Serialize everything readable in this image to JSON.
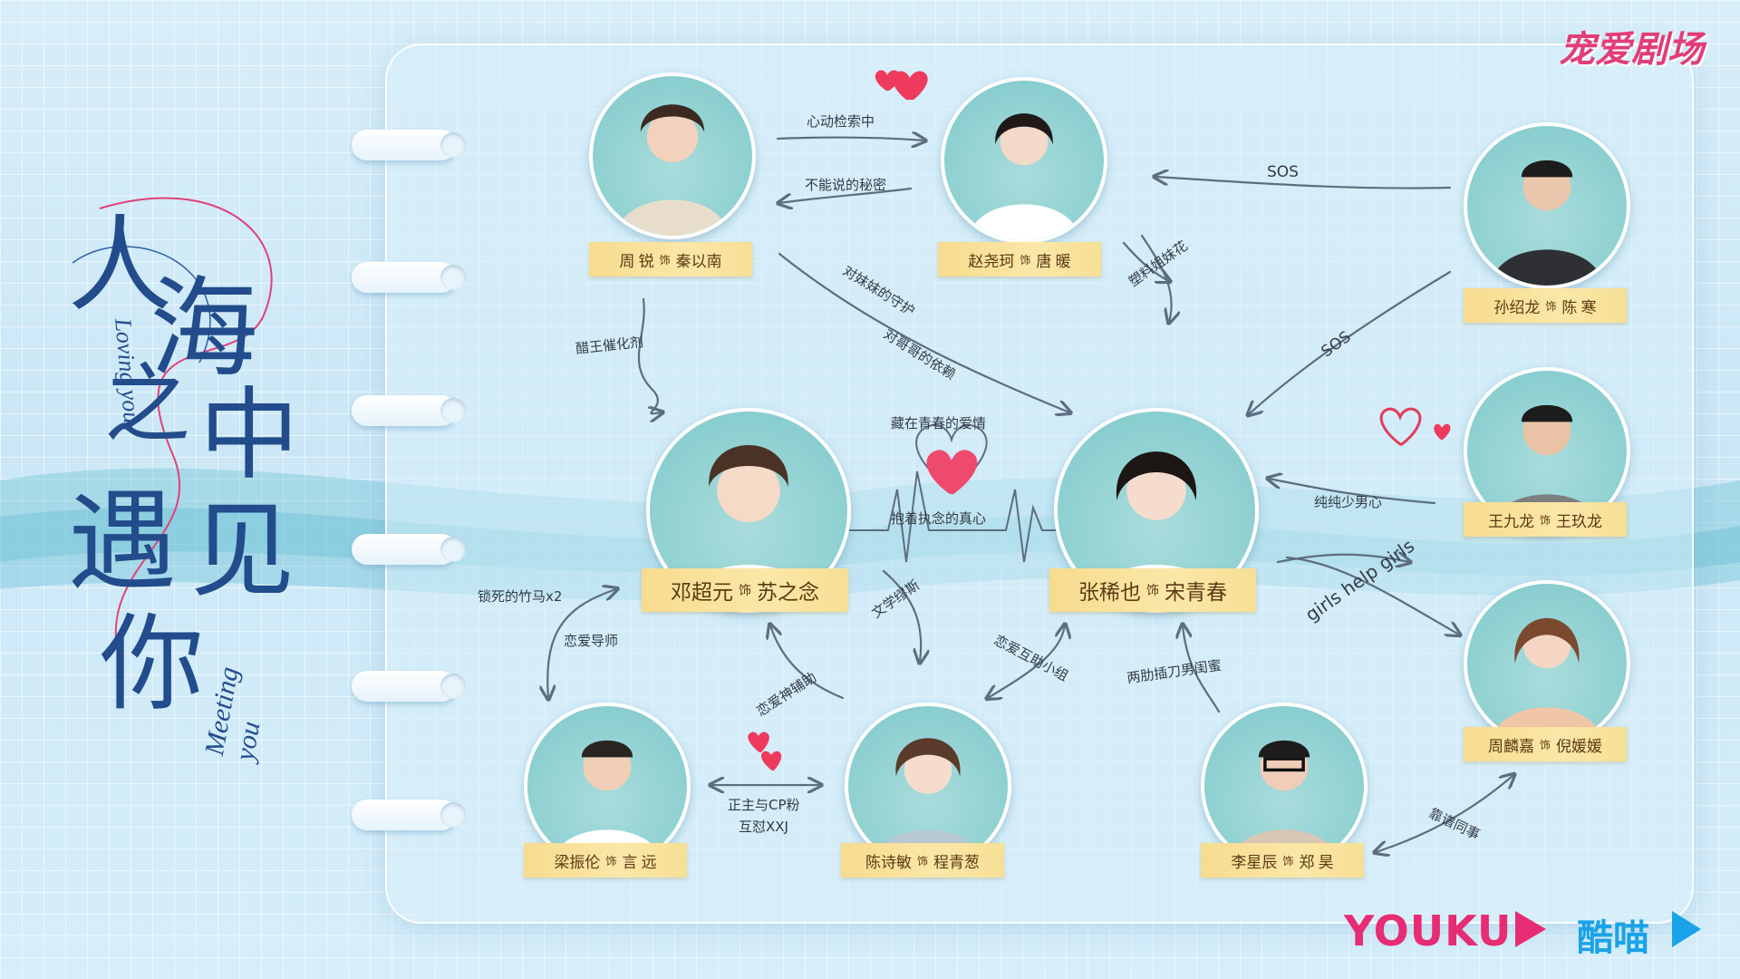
{
  "brand": {
    "top_logo": "宠爱剧场",
    "youku": "YOUKU",
    "kumiao": "酷喵"
  },
  "title": {
    "chinese_chars": [
      "人",
      "海",
      "之",
      "中",
      "遇",
      "见",
      "你"
    ],
    "english_1": "Loving you",
    "english_2": "Meeting you"
  },
  "shi": "饰",
  "people": {
    "zhourui": {
      "actor": "周 锐",
      "role": "秦以南"
    },
    "zhaoyaoke": {
      "actor": "赵尧珂",
      "role": "唐 暖"
    },
    "sunshaolong": {
      "actor": "孙绍龙",
      "role": "陈 寒"
    },
    "dengchaoyuan": {
      "actor": "邓超元",
      "role": "苏之念"
    },
    "zhangxiye": {
      "actor": "张稀也",
      "role": "宋青春"
    },
    "wangjiulong": {
      "actor": "王九龙",
      "role": "王玖龙"
    },
    "zhoulinjia": {
      "actor": "周麟嘉",
      "role": "倪媛媛"
    },
    "liangzhenlun": {
      "actor": "梁振伦",
      "role": "言 远"
    },
    "chenshimin": {
      "actor": "陈诗敏",
      "role": "程青葱"
    },
    "lixingchen": {
      "actor": "李星辰",
      "role": "郑 昊"
    }
  },
  "relations": {
    "xindong": "心动检索中",
    "bunengshuo": "不能说的秘密",
    "sos1": "SOS",
    "sos2": "SOS",
    "suliao": "塑料姐妹花",
    "duimeimei": "对妹妹的守护",
    "duigege": "对哥哥的依赖",
    "cuwang": "醋王催化剂",
    "cangzai": "藏在青春的爱情",
    "baozhe": "抱着执念的真心",
    "chunchun": "纯纯少男心",
    "girls": "girls help girls",
    "suosi": "锁死的竹马x2",
    "lianaidaoshi": "恋爱导师",
    "wenxue": "文学缪斯",
    "lianaishen": "恋爱神辅助",
    "lianaihuzhu": "恋爱互助小组",
    "lianglei": "两肋插刀男闺蜜",
    "zhengzhu1": "正主与CP粉",
    "zhengzhu2": "互怼XXJ",
    "kaopu": "靠谱同事"
  },
  "colors": {
    "accent_pink": "#e23d77",
    "label_gold": "#f7dc8f",
    "title_blue": "#224c8c",
    "youku_blue": "#1aa3e8"
  }
}
